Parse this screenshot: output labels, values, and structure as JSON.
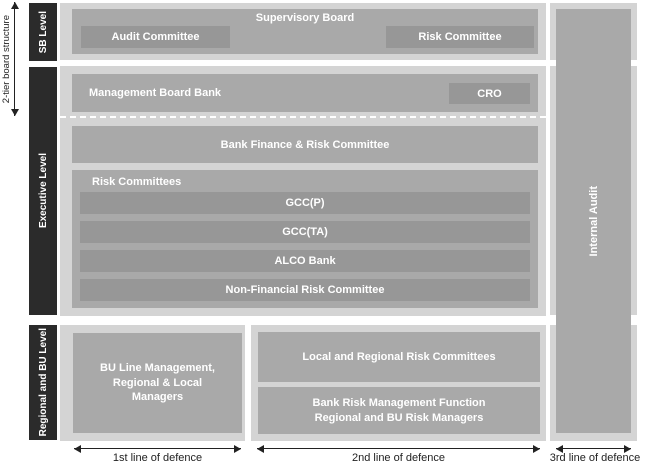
{
  "figure": {
    "board_axis_label": "2-tier board structure",
    "levels": {
      "sb": "SB Level",
      "executive": "Executive Level",
      "regional": "Regional and BU Level"
    },
    "sb_section": {
      "title": "Supervisory Board",
      "audit_committee": "Audit Committee",
      "risk_committee": "Risk Committee"
    },
    "executive_section": {
      "management_board": "Management Board Bank",
      "cro": "CRO",
      "bank_finance_risk_committee": "Bank Finance & Risk Committee",
      "risk_committees_label": "Risk Committees",
      "risk_committee_rows": [
        "GCC(P)",
        "GCC(TA)",
        "ALCO Bank",
        "Non-Financial Risk Committee"
      ]
    },
    "regional_section": {
      "bu_line_management_lines": [
        "BU Line Management,",
        "Regional & Local",
        "Managers"
      ],
      "local_regional_committees": "Local and Regional Risk Committees",
      "bank_risk_function_lines": [
        "Bank Risk Management Function",
        "Regional and BU Risk Managers"
      ]
    },
    "internal_audit": "Internal Audit",
    "defence_lines": {
      "first": "1st line of defence",
      "second": "2nd line of defence",
      "third": "3rd line of defence"
    },
    "colors": {
      "container_gray": "#d4d4d4",
      "box_gray": "#a9a9a9",
      "inner_box_gray": "#979797",
      "level_bar_black": "#2b2b2b",
      "dashed_line": "#ffffff",
      "text_dark": "#222222"
    }
  }
}
